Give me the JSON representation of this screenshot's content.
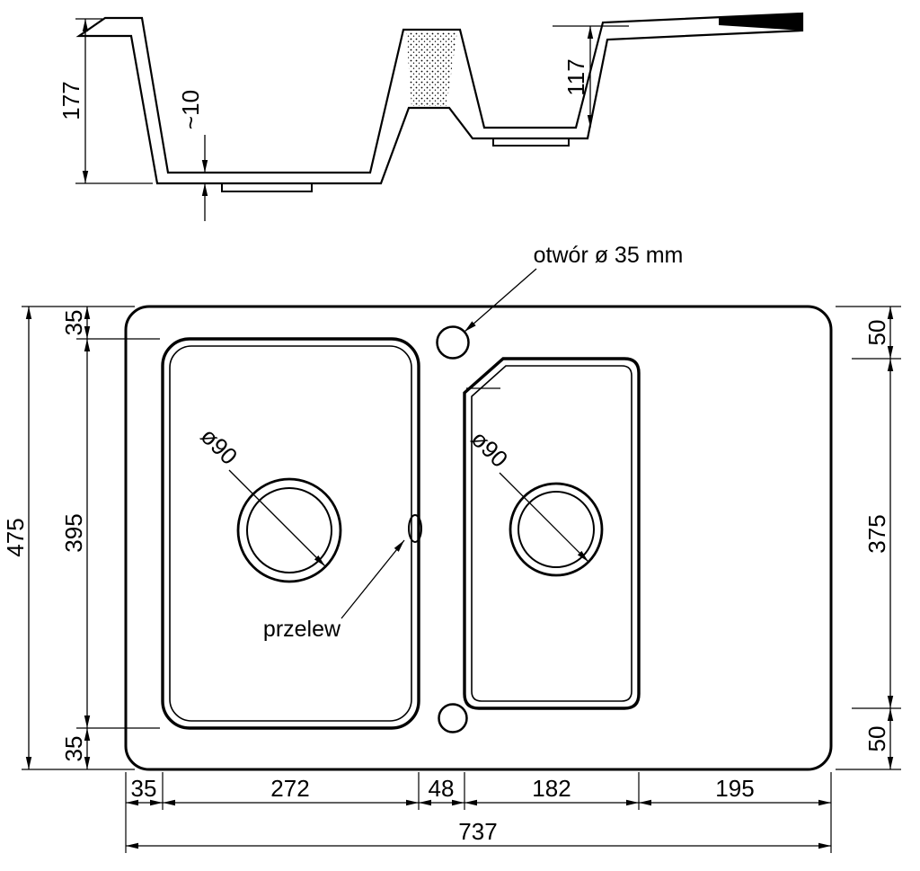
{
  "section": {
    "depth_main": "177",
    "thickness": "~10",
    "depth_small": "117"
  },
  "plan": {
    "hole_label": "otwór ø 35 mm",
    "overflow_label": "przelew",
    "drain_main": "ø90",
    "drain_small": "ø90",
    "total_height": "475",
    "bowl_height": "395",
    "top_margin": "35",
    "bottom_margin": "35",
    "right_top_margin": "50",
    "right_bowl_height": "375",
    "right_bottom_margin": "50",
    "left_margin_w": "35",
    "main_bowl_w": "272",
    "gap_w": "48",
    "small_bowl_w": "182",
    "drainer_w": "195",
    "total_width": "737"
  },
  "colors": {
    "line": "#000000",
    "background": "#ffffff"
  }
}
